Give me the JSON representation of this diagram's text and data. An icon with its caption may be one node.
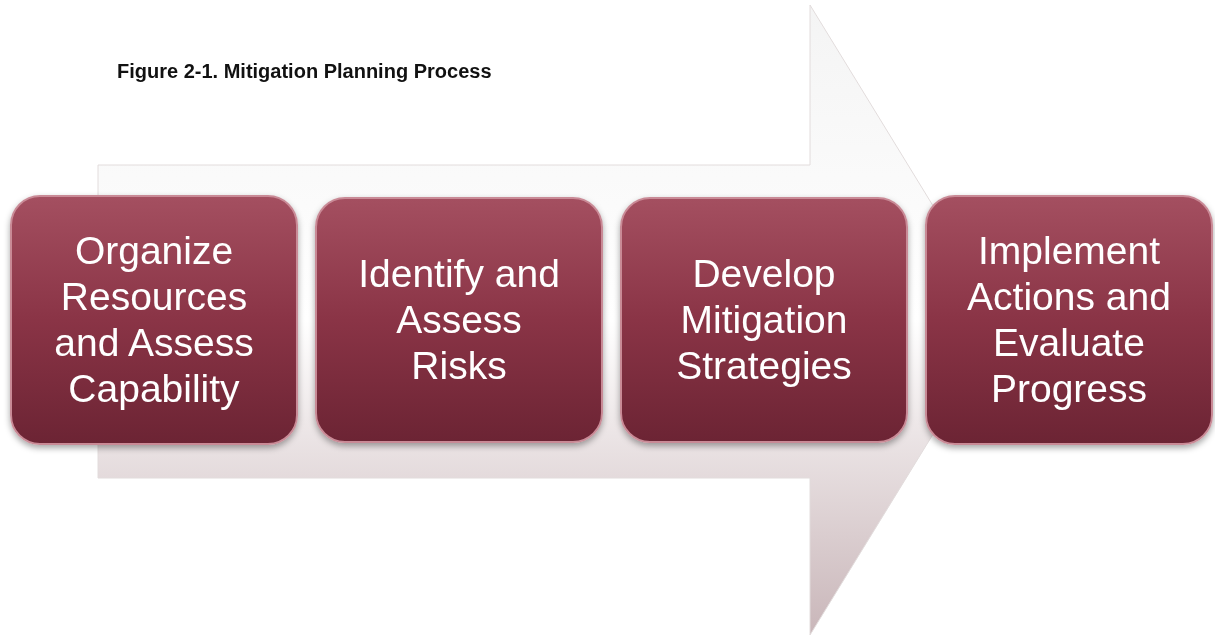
{
  "diagram": {
    "title": "Figure 2-1. Mitigation Planning Process",
    "nodes": [
      {
        "text": [
          "Organize Resources and Assess Capability"
        ]
      },
      {
        "text": [
          "Identify and Assess Risks"
        ]
      },
      {
        "text": [
          "Develop Mitigation Strategies"
        ]
      },
      {
        "text": [
          "Implement Actions and Evaluate Progress"
        ]
      }
    ],
    "edges": [
      {
        "from": 0,
        "to": 3,
        "arrow": "to"
      }
    ]
  }
}
